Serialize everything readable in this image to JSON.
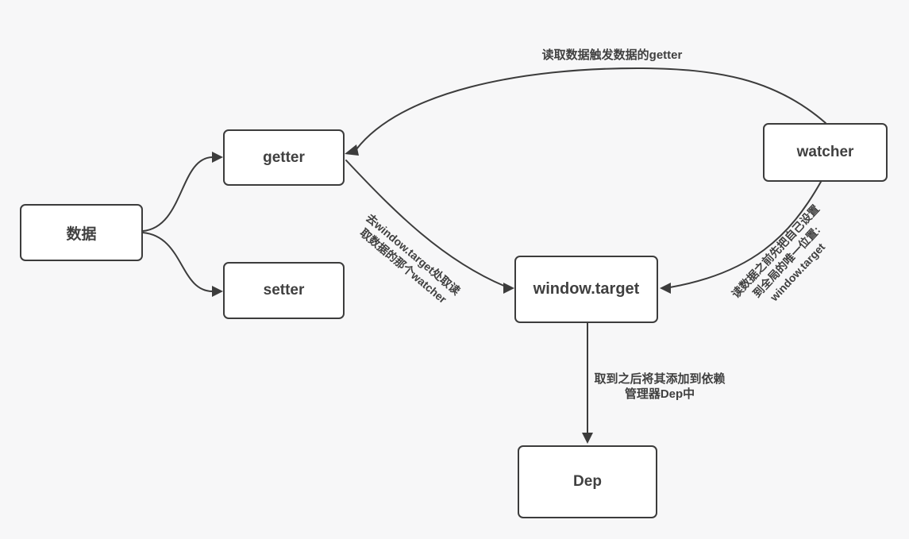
{
  "diagram": {
    "title": "Vue reactivity dependency collection flow",
    "colors": {
      "background": "#f7f7f8",
      "line": "#3c3c3c",
      "text": "#404040",
      "node_fill": "#ffffff"
    },
    "nodes": {
      "data": {
        "label": "数据"
      },
      "getter": {
        "label": "getter"
      },
      "setter": {
        "label": "setter"
      },
      "watcher": {
        "label": "watcher"
      },
      "window_target": {
        "label": "window.target"
      },
      "dep": {
        "label": "Dep"
      }
    },
    "annotations": {
      "read_trigger": "读取数据触发数据的getter",
      "fetch_watcher": {
        "line1": "去window.target处取读",
        "line2": "取数据的那个watcher"
      },
      "set_global": {
        "line1": "读数据之前先把自己设置",
        "line2": "到全局的唯一位置:",
        "line3": "window.target"
      },
      "add_to_dep": {
        "line1": "取到之后将其添加到依赖",
        "line2": "管理器Dep中"
      }
    },
    "edges": [
      {
        "from": "data",
        "to": "getter",
        "label": ""
      },
      {
        "from": "data",
        "to": "setter",
        "label": ""
      },
      {
        "from": "watcher",
        "to": "getter",
        "label": "读取数据触发数据的getter"
      },
      {
        "from": "getter",
        "to": "window_target",
        "label": "去window.target处取读取数据的那个watcher"
      },
      {
        "from": "watcher",
        "to": "window_target",
        "label": "读数据之前先把自己设置到全局的唯一位置: window.target"
      },
      {
        "from": "window_target",
        "to": "dep",
        "label": "取到之后将其添加到依赖管理器Dep中"
      }
    ]
  }
}
